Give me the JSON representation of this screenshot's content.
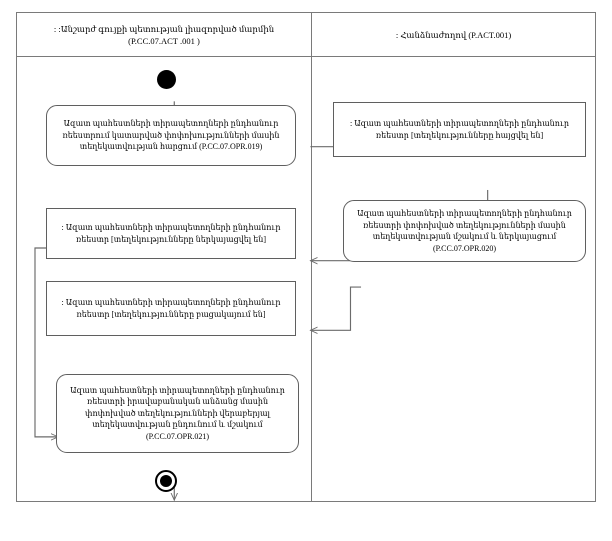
{
  "diagram": {
    "type": "uml-activity-diagram",
    "title_visible": false,
    "lanes": [
      {
        "id": "lane-left",
        "header": ": :Անշարժ գույքի պետության լիազորված մարմին\n(P.CC.07.ACT .001 )"
      },
      {
        "id": "lane-right",
        "header": ": Հանձնաժողով (P.ACT.001)"
      }
    ],
    "nodes": [
      {
        "id": "initial",
        "kind": "initial-node",
        "lane": "lane-left",
        "label": ""
      },
      {
        "id": "act-019",
        "kind": "activity",
        "lane": "lane-left",
        "label": "Ազատ պահեստների տիրապետողների ընդհանուր ռեեստրում կատարված փոփոխությունների մասին տեղեկատվության հարցում (P.CC.07.OPR.019)"
      },
      {
        "id": "obj-requested",
        "kind": "object",
        "lane": "lane-right",
        "label": ": Ազատ պահեստների տիրապետողների ընդհանուր ռեեստր [տեղեկությունները հայցվել են]"
      },
      {
        "id": "act-020",
        "kind": "activity",
        "lane": "lane-right",
        "label": "Ազատ պահեստների տիրապետողների ընդհանուր ռեեստրի փոփոխված տեղեկությունների մասին տեղեկատվության մշակում և ներկայացում (P.CC.07.OPR.020)"
      },
      {
        "id": "obj-presented",
        "kind": "object",
        "lane": "lane-left",
        "label": ": Ազատ պահեստների տիրապետողների ընդհանուր ռեեստր [տեղեկությունները ներկայացվել են]"
      },
      {
        "id": "obj-absent",
        "kind": "object",
        "lane": "lane-left",
        "label": ": Ազատ պահեստների տիրապետողների ընդհանուր ռեեստր [տեղեկությունները բացակայում են]"
      },
      {
        "id": "act-021",
        "kind": "activity",
        "lane": "lane-left",
        "label": "Ազատ պահեստների տիրապետողների ընդհանուր ռեեստրի իրավաբանական անձանց մասին փոփոխված տեղեկությունների վերաբերյալ տեղեկատվության ընդունում և մշակում (P.CC.07.OPR.021)"
      },
      {
        "id": "final",
        "kind": "final-node",
        "lane": "lane-left",
        "label": ""
      }
    ],
    "edges": [
      {
        "from": "initial",
        "to": "act-019"
      },
      {
        "from": "act-019",
        "to": "obj-requested"
      },
      {
        "from": "obj-requested",
        "to": "act-020"
      },
      {
        "from": "act-020",
        "to": "obj-presented"
      },
      {
        "from": "act-020",
        "to": "obj-absent"
      },
      {
        "from": "obj-presented",
        "to": "act-021"
      },
      {
        "from": "act-021",
        "to": "final"
      }
    ],
    "colors": {
      "background": "#ffffff",
      "lane_border": "#7a7a7a",
      "node_border": "#5f5f5f",
      "edge": "#6b6b6b",
      "text": "#000000",
      "node_fill": "#ffffff"
    }
  }
}
